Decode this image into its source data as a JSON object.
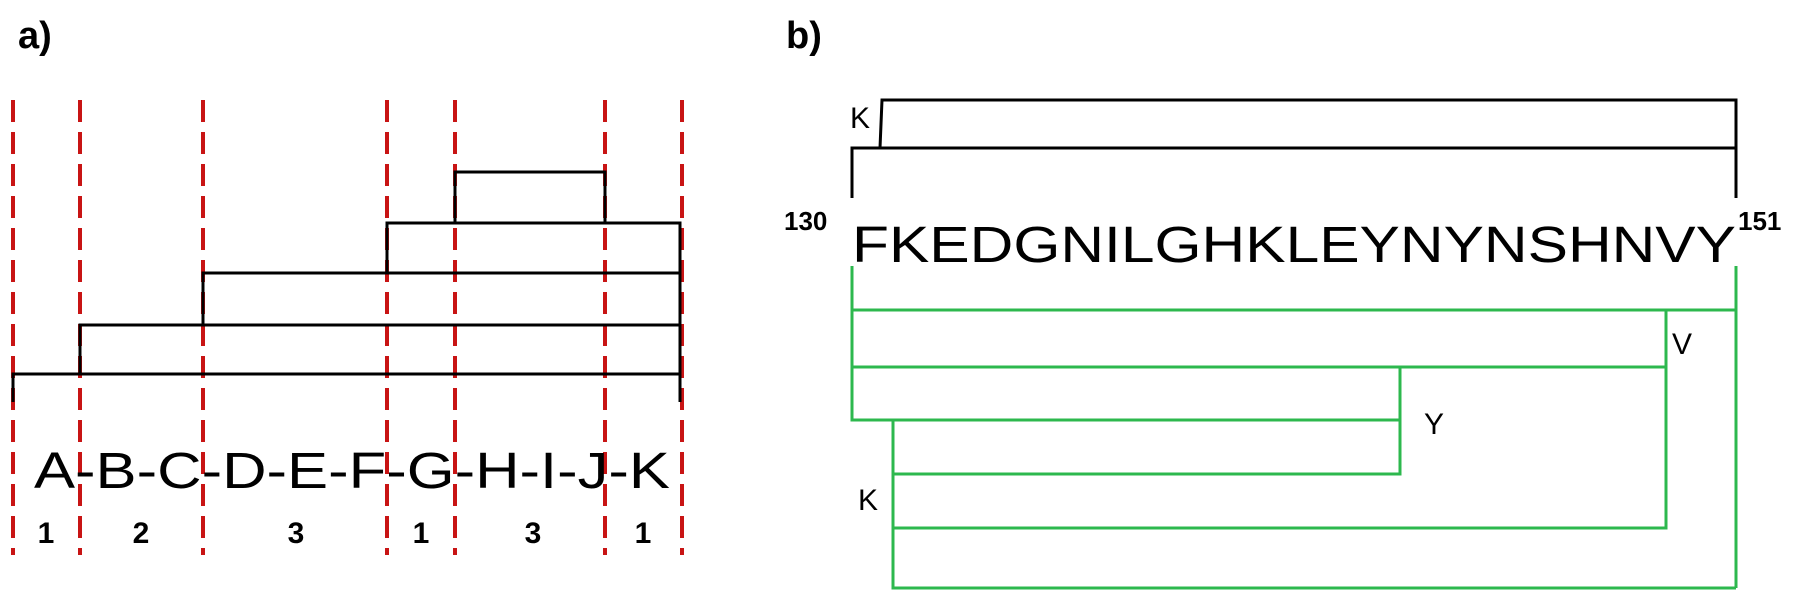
{
  "panel_a": {
    "label": "a)",
    "sequence": "A-B-C-D-E-F-G-H-I-J-K",
    "counts": [
      "1",
      "2",
      "3",
      "1",
      "3",
      "1"
    ]
  },
  "panel_b": {
    "label": "b)",
    "start_number": "130",
    "sequence": "FKEDGNILGHKLEYNYNSHNVY",
    "end_number": "151",
    "black_tag": "K",
    "green_tags": {
      "v": "V",
      "y": "Y",
      "k": "K"
    }
  },
  "colors": {
    "divider": "#c81414",
    "tree": "#000000",
    "green_tree": "#2db84e"
  }
}
